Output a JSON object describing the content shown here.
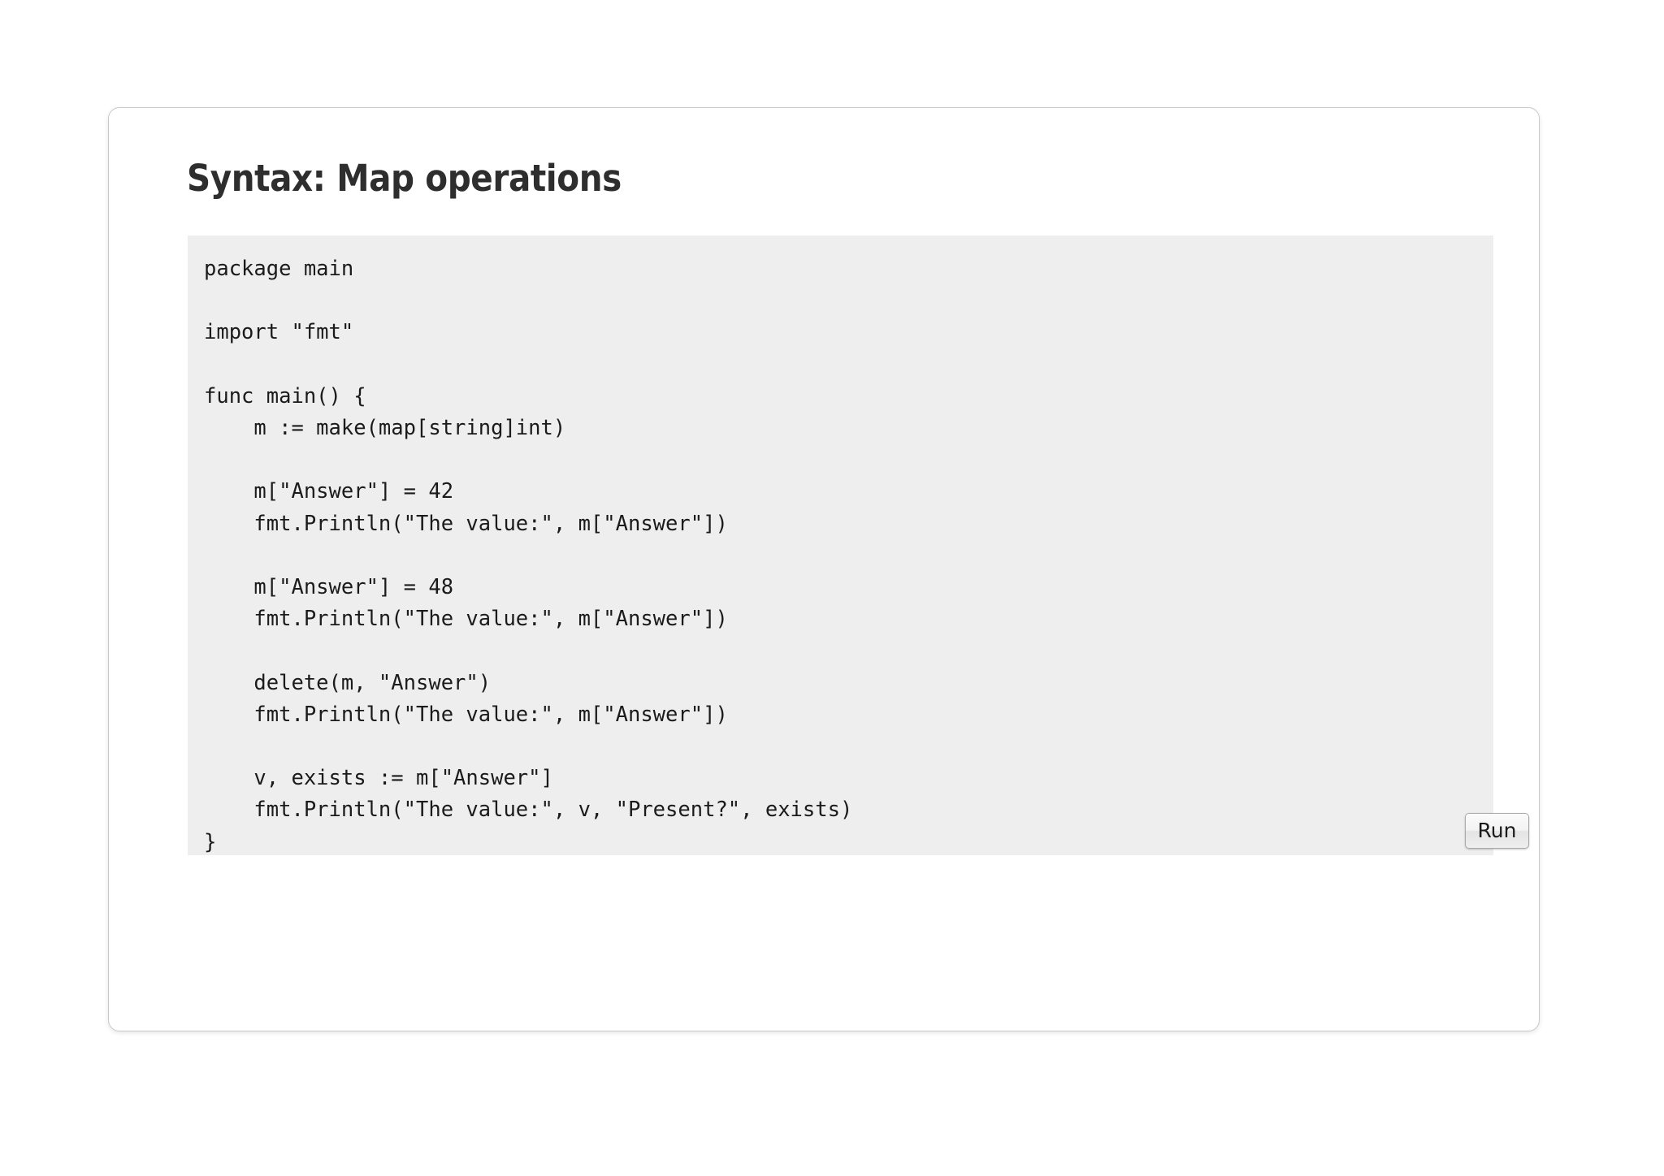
{
  "slide": {
    "title": "Syntax: Map operations",
    "code": "package main\n\nimport \"fmt\"\n\nfunc main() {\n    m := make(map[string]int)\n\n    m[\"Answer\"] = 42\n    fmt.Println(\"The value:\", m[\"Answer\"])\n\n    m[\"Answer\"] = 48\n    fmt.Println(\"The value:\", m[\"Answer\"])\n\n    delete(m, \"Answer\")\n    fmt.Println(\"The value:\", m[\"Answer\"])\n\n    v, exists := m[\"Answer\"]\n    fmt.Println(\"The value:\", v, \"Present?\", exists)\n}",
    "code_lines": [
      "package main",
      "",
      "import \"fmt\"",
      "",
      "func main() {",
      "    m := make(map[string]int)",
      "",
      "    m[\"Answer\"] = 42",
      "    fmt.Println(\"The value:\", m[\"Answer\"])",
      "",
      "    m[\"Answer\"] = 48",
      "    fmt.Println(\"The value:\", m[\"Answer\"])",
      "",
      "    delete(m, \"Answer\")",
      "    fmt.Println(\"The value:\", m[\"Answer\"])",
      "",
      "    v, exists := m[\"Answer\"]",
      "    fmt.Println(\"The value:\", v, \"Present?\", exists)",
      "}"
    ],
    "language": "go",
    "run_button_label": "Run"
  },
  "colors": {
    "page_background": "#ffffff",
    "card_background": "#ffffff",
    "card_border": "#c9c9c9",
    "code_background": "#eeeeee",
    "code_text": "#1b1b1b",
    "title_text": "#2e2e2e",
    "button_border": "#a9a9a9"
  }
}
